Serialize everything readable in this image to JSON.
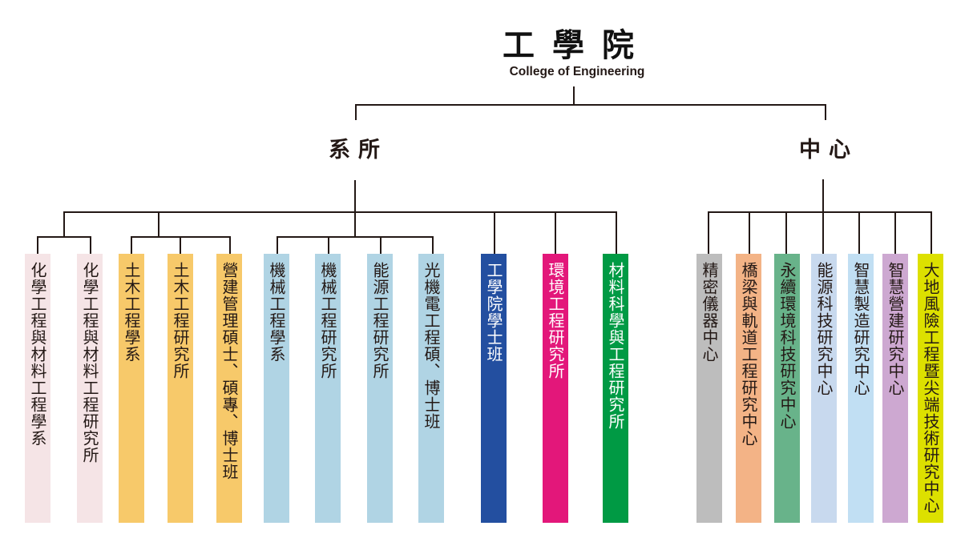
{
  "header": {
    "title_zh": "工學院",
    "title_en": "College of Engineering"
  },
  "groups": {
    "departments": {
      "label": "系所"
    },
    "centers": {
      "label": "中心"
    }
  },
  "departments": [
    {
      "label": "化學工程與材料工程學系",
      "color": "#f5e4e6",
      "text_color": "#231815"
    },
    {
      "label": "化學工程與材料工程研究所",
      "color": "#f5e4e6",
      "text_color": "#231815"
    },
    {
      "label": "土木工程學系",
      "color": "#f7c96a",
      "text_color": "#231815"
    },
    {
      "label": "土木工程研究所",
      "color": "#f7c96a",
      "text_color": "#231815"
    },
    {
      "label": "營建管理碩士、碩專、博士班",
      "color": "#f7c96a",
      "text_color": "#231815"
    },
    {
      "label": "機械工程學系",
      "color": "#b0d4e4",
      "text_color": "#231815"
    },
    {
      "label": "機械工程研究所",
      "color": "#b0d4e4",
      "text_color": "#231815"
    },
    {
      "label": "能源工程研究所",
      "color": "#b0d4e4",
      "text_color": "#231815"
    },
    {
      "label": "光機電工程碩、博士班",
      "color": "#b0d4e4",
      "text_color": "#231815"
    },
    {
      "label": "工學院學士班",
      "color": "#234fa0",
      "text_color": "#ffffff"
    },
    {
      "label": "環境工程研究所",
      "color": "#e3177a",
      "text_color": "#ffffff"
    },
    {
      "label": "材料科學與工程研究所",
      "color": "#009a44",
      "text_color": "#ffffff"
    }
  ],
  "centers": [
    {
      "label": "精密儀器中心",
      "color": "#bdbdbd",
      "text_color": "#231815"
    },
    {
      "label": "橋梁與軌道工程研究中心",
      "color": "#f3b386",
      "text_color": "#231815"
    },
    {
      "label": "永續環境科技研究中心",
      "color": "#68b38a",
      "text_color": "#231815"
    },
    {
      "label": "能源科技研究中心",
      "color": "#c8d9ee",
      "text_color": "#231815"
    },
    {
      "label": "智慧製造研究中心",
      "color": "#c1dff3",
      "text_color": "#231815"
    },
    {
      "label": "智慧營建研究中心",
      "color": "#cda8d1",
      "text_color": "#231815"
    },
    {
      "label": "大地風險工程暨尖端技術研究中心",
      "color": "#dde000",
      "text_color": "#231815"
    }
  ]
}
